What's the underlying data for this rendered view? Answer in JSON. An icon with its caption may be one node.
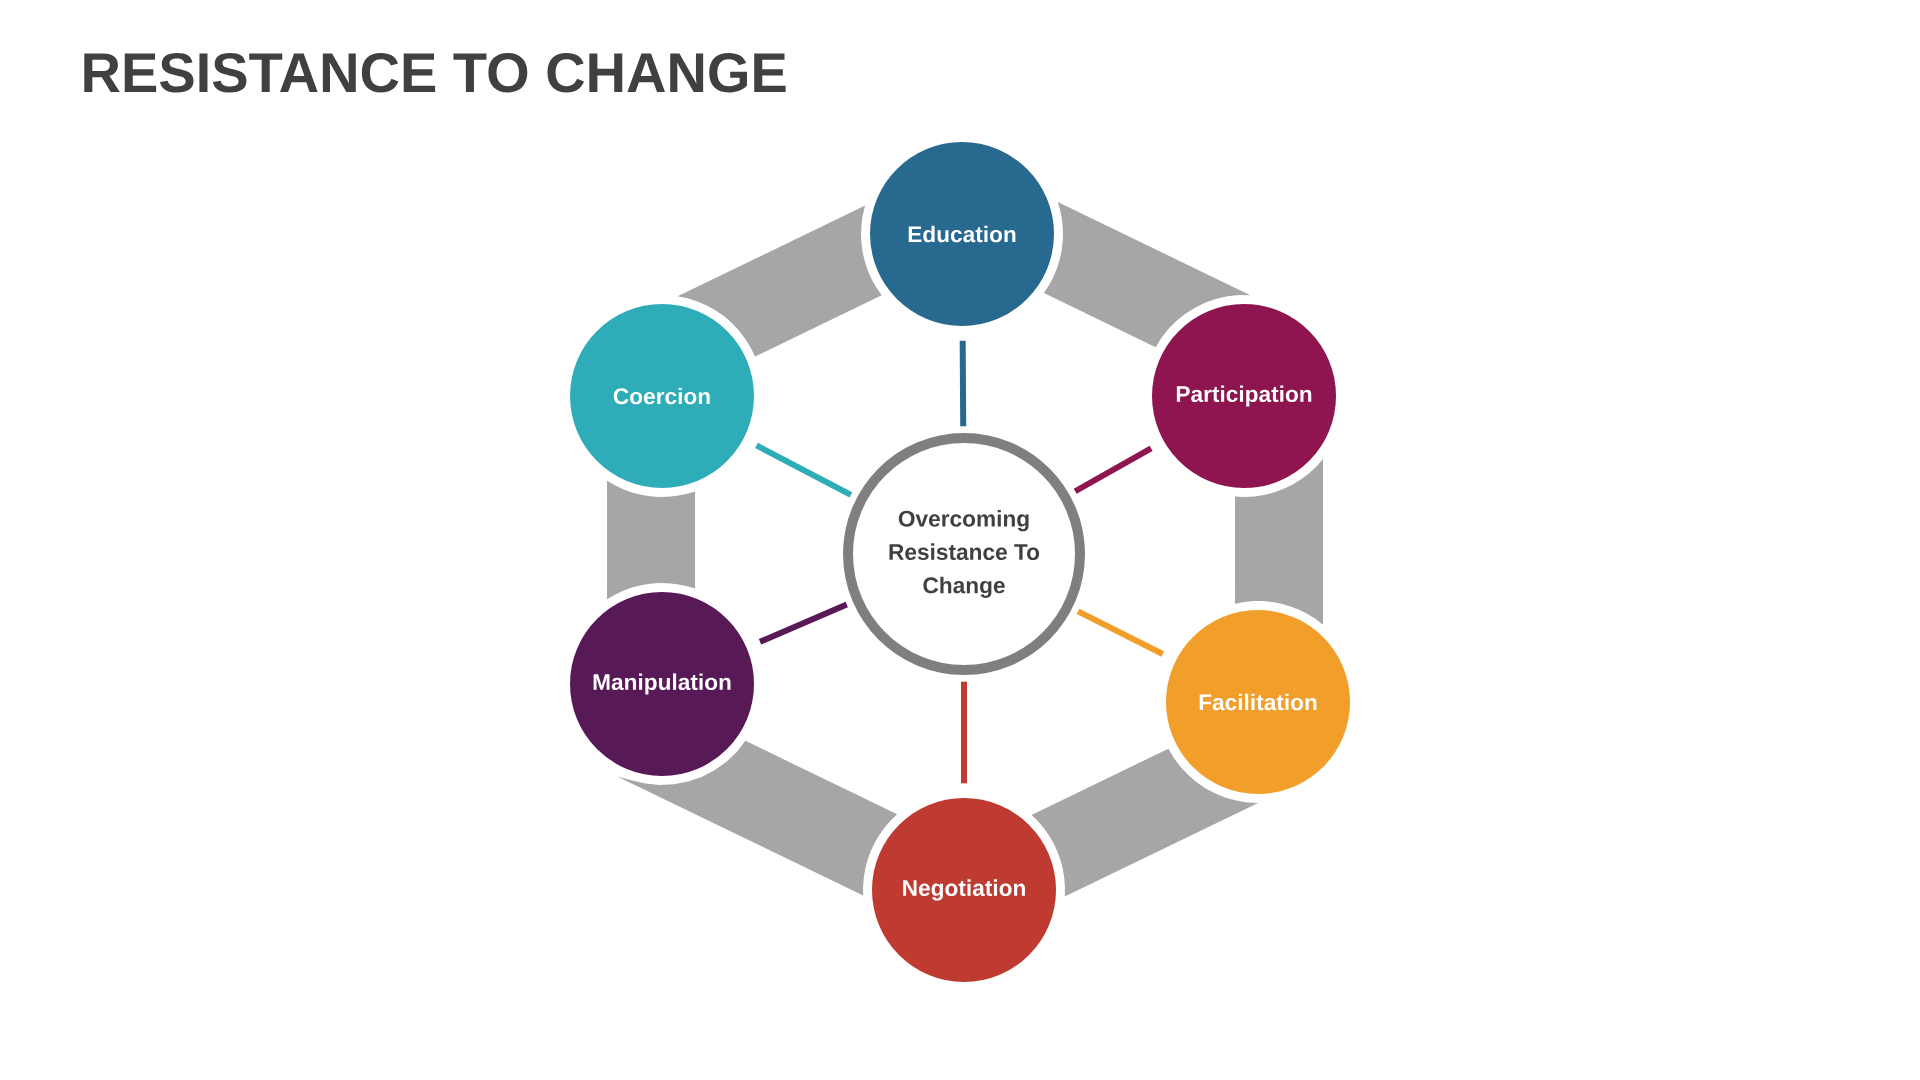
{
  "diagram": {
    "title": "RESISTANCE TO CHANGE",
    "nodes": [
      {
        "text": [
          "Education"
        ]
      },
      {
        "text": [
          "Coercion"
        ]
      },
      {
        "text": [
          "Participation"
        ]
      },
      {
        "text": [
          "Overcoming Resistance To Change"
        ]
      },
      {
        "text": [
          "Manipulation"
        ]
      },
      {
        "text": [
          "Facilitation"
        ]
      },
      {
        "text": [
          "Negotiation"
        ]
      }
    ],
    "edges": [
      {
        "from": 3,
        "to": 0,
        "arrow": "none",
        "color": "#27698f"
      },
      {
        "from": 3,
        "to": 2,
        "arrow": "none",
        "color": "#8f1550"
      },
      {
        "from": 3,
        "to": 5,
        "arrow": "none",
        "color": "#f29e2b"
      },
      {
        "from": 3,
        "to": 6,
        "arrow": "none",
        "color": "#bf3a30"
      },
      {
        "from": 3,
        "to": 4,
        "arrow": "none",
        "color": "#581a57"
      },
      {
        "from": 3,
        "to": 1,
        "arrow": "none",
        "color": "#2eacb8"
      },
      {
        "from": 0,
        "to": 2,
        "arrow": "none",
        "style": "thick",
        "color": "#a6a6a6"
      },
      {
        "from": 2,
        "to": 5,
        "arrow": "none",
        "style": "thick",
        "color": "#a6a6a6"
      },
      {
        "from": 5,
        "to": 6,
        "arrow": "none",
        "style": "thick",
        "color": "#a6a6a6"
      },
      {
        "from": 6,
        "to": 4,
        "arrow": "none",
        "style": "thick",
        "color": "#a6a6a6"
      },
      {
        "from": 4,
        "to": 1,
        "arrow": "none",
        "style": "thick",
        "color": "#a6a6a6"
      },
      {
        "from": 1,
        "to": 0,
        "arrow": "none",
        "style": "thick",
        "color": "#a6a6a6"
      }
    ]
  }
}
